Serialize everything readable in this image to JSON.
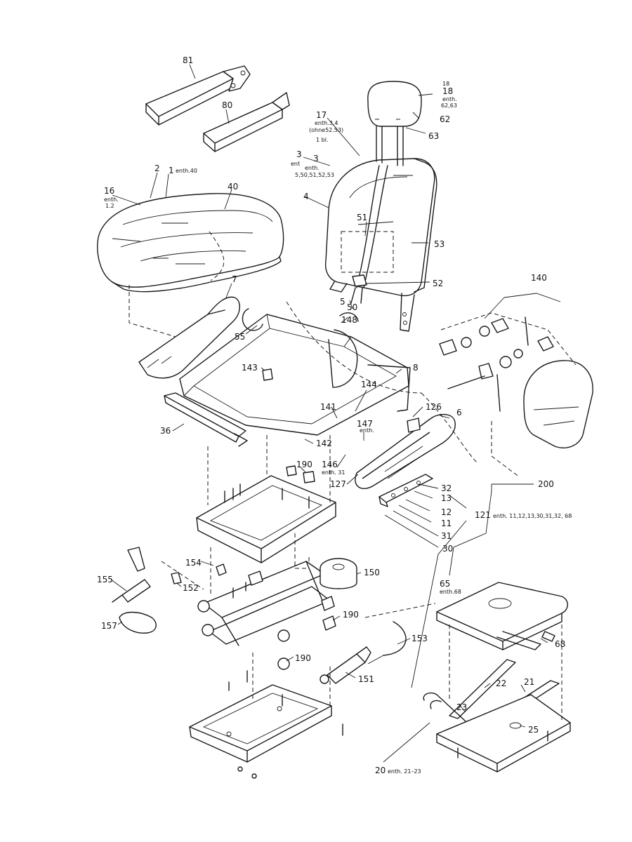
{
  "callouts": [
    {
      "id": "c81",
      "text": "81"
    },
    {
      "id": "c80",
      "text": "80"
    },
    {
      "id": "c2",
      "text": "2"
    },
    {
      "id": "c1",
      "text": "1"
    },
    {
      "id": "c1n",
      "text": "enth.40"
    },
    {
      "id": "c16",
      "text": "16"
    },
    {
      "id": "c16n1",
      "text": "enth."
    },
    {
      "id": "c16n2",
      "text": "1.2"
    },
    {
      "id": "c40",
      "text": "40"
    },
    {
      "id": "c17",
      "text": "17"
    },
    {
      "id": "c17n1",
      "text": "enth.3,4"
    },
    {
      "id": "c17n2",
      "text": "(ohne52.53)"
    },
    {
      "id": "c17n3",
      "text": "1 bl."
    },
    {
      "id": "c3a",
      "text": "3"
    },
    {
      "id": "c3b",
      "text": "3"
    },
    {
      "id": "c3n0",
      "text": "ent"
    },
    {
      "id": "c3n1",
      "text": "enth."
    },
    {
      "id": "c3n2",
      "text": "5,50,51,52,53"
    },
    {
      "id": "c4",
      "text": "4"
    },
    {
      "id": "c18a",
      "text": "18"
    },
    {
      "id": "c18",
      "text": "18"
    },
    {
      "id": "c18n1",
      "text": "enth."
    },
    {
      "id": "c18n2",
      "text": "62,63"
    },
    {
      "id": "c62",
      "text": "62"
    },
    {
      "id": "c63",
      "text": "63"
    },
    {
      "id": "c51",
      "text": "51"
    },
    {
      "id": "c53",
      "text": "53"
    },
    {
      "id": "c52",
      "text": "52"
    },
    {
      "id": "c5",
      "text": "5"
    },
    {
      "id": "c50",
      "text": "50"
    },
    {
      "id": "c148",
      "text": "148"
    },
    {
      "id": "c7",
      "text": "7"
    },
    {
      "id": "c55",
      "text": "55"
    },
    {
      "id": "c140",
      "text": "140"
    },
    {
      "id": "c143",
      "text": "143"
    },
    {
      "id": "c8",
      "text": "8"
    },
    {
      "id": "c144",
      "text": "144"
    },
    {
      "id": "c141",
      "text": "141"
    },
    {
      "id": "c126",
      "text": "126"
    },
    {
      "id": "c6",
      "text": "6"
    },
    {
      "id": "c147",
      "text": "147"
    },
    {
      "id": "c147n",
      "text": "enth."
    },
    {
      "id": "c36",
      "text": "36"
    },
    {
      "id": "c142",
      "text": "142"
    },
    {
      "id": "c190a",
      "text": "190"
    },
    {
      "id": "c146",
      "text": "146"
    },
    {
      "id": "c146n",
      "text": "enth. 31"
    },
    {
      "id": "c127",
      "text": "127"
    },
    {
      "id": "c200",
      "text": "200"
    },
    {
      "id": "c32",
      "text": "32"
    },
    {
      "id": "c13",
      "text": "13"
    },
    {
      "id": "c12",
      "text": "12"
    },
    {
      "id": "c121",
      "text": "121"
    },
    {
      "id": "c121n",
      "text": "enth. 11,12,13,30,31,32, 68"
    },
    {
      "id": "c11",
      "text": "11"
    },
    {
      "id": "c31",
      "text": "31"
    },
    {
      "id": "c30",
      "text": "30"
    },
    {
      "id": "c154",
      "text": "154"
    },
    {
      "id": "c150",
      "text": "150"
    },
    {
      "id": "c155",
      "text": "155"
    },
    {
      "id": "c152",
      "text": "152"
    },
    {
      "id": "c65",
      "text": "65"
    },
    {
      "id": "c65n",
      "text": "enth.68"
    },
    {
      "id": "c190b",
      "text": "190"
    },
    {
      "id": "c157",
      "text": "157"
    },
    {
      "id": "c153",
      "text": "153"
    },
    {
      "id": "c68",
      "text": "68"
    },
    {
      "id": "c190c",
      "text": "190"
    },
    {
      "id": "c151",
      "text": "151"
    },
    {
      "id": "c22",
      "text": "22"
    },
    {
      "id": "c21",
      "text": "21"
    },
    {
      "id": "c23",
      "text": "23"
    },
    {
      "id": "c25",
      "text": "25"
    },
    {
      "id": "c20",
      "text": "20"
    },
    {
      "id": "c20n",
      "text": "enth. 21–23"
    }
  ]
}
